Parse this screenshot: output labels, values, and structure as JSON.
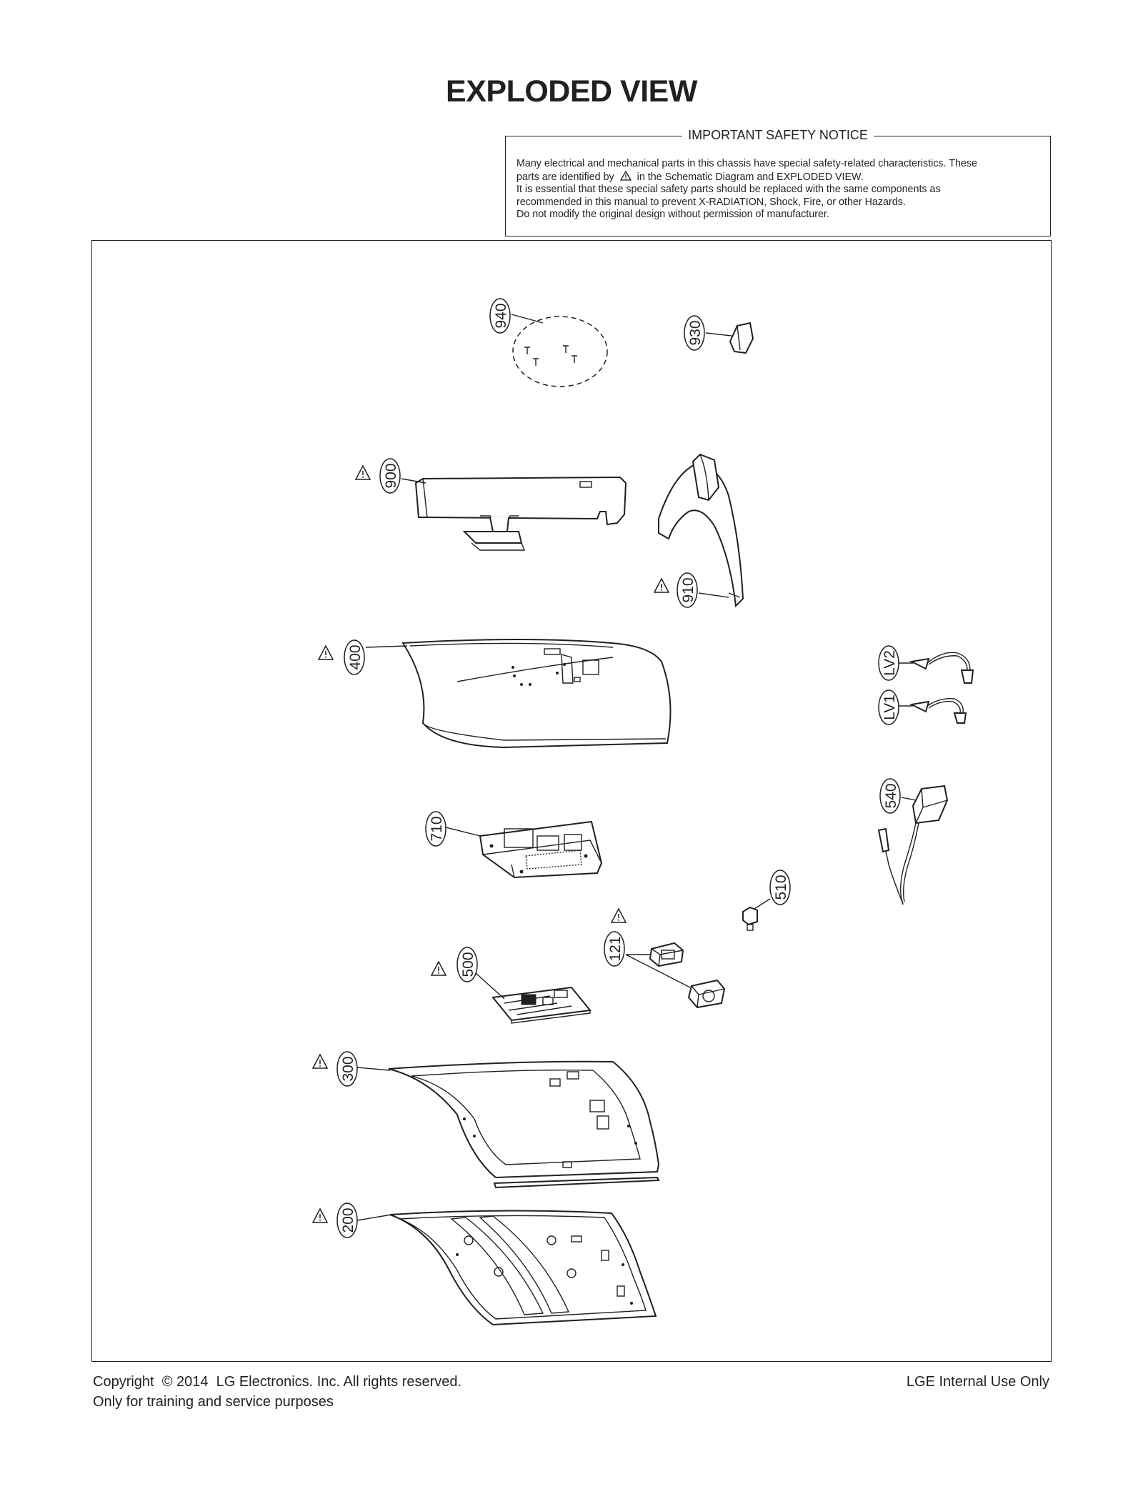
{
  "title": "EXPLODED VIEW",
  "notice": {
    "heading": "IMPORTANT SAFETY NOTICE",
    "line1": "Many electrical and mechanical parts in this chassis have special safety-related characteristics. These",
    "line2_before": "parts are identified by",
    "line2_after": "in the Schematic Diagram and EXPLODED VIEW.",
    "line3": "It is essential that these special safety parts should be replaced with the same components as",
    "line4": "recommended in this manual to prevent X-RADIATION, Shock, Fire, or other Hazards.",
    "line5": "Do not modify the original design without permission of manufacturer."
  },
  "parts": {
    "p940": "940",
    "p930": "930",
    "p900": "900",
    "p910": "910",
    "p400": "400",
    "pLV2": "LV2",
    "pLV1": "LV1",
    "p540": "540",
    "p710": "710",
    "p510": "510",
    "p121": "121",
    "p500": "500",
    "p300": "300",
    "p200": "200"
  },
  "footer": {
    "copyright": "Copyright  © 2014  LG Electronics. Inc. All rights reserved.",
    "training": "Only for training and service purposes",
    "internal": "LGE Internal Use Only"
  }
}
